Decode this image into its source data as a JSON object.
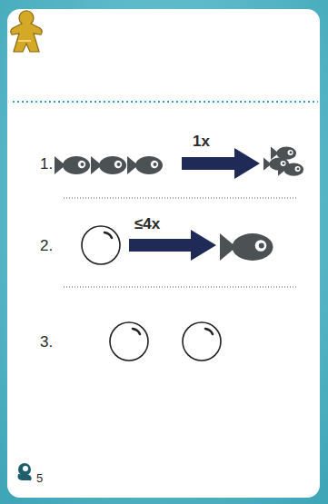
{
  "diagram": {
    "labels": [
      "1.",
      "1x",
      "2.",
      "≤4x",
      "3.",
      "5"
    ]
  }
}
